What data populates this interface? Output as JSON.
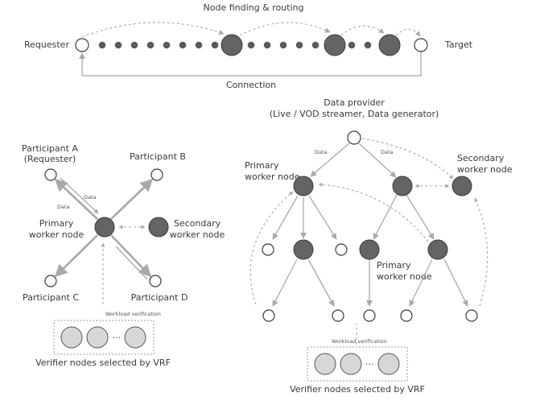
{
  "top": {
    "title": "Node finding & routing",
    "requester": "Requester",
    "target": "Target",
    "connection": "Connection"
  },
  "left": {
    "participant_a": "Participant A",
    "participant_a_sub": "(Requester)",
    "participant_b": "Participant B",
    "participant_c": "Participant C",
    "participant_d": "Participant D",
    "primary_line1": "Primary",
    "primary_line2": "worker node",
    "secondary_line1": "Secondary",
    "secondary_line2": "worker node",
    "data_a": "Data",
    "data_b": "Data",
    "workload": "Workload verification",
    "ellipsis": "···",
    "verifier": "Verifier nodes selected by VRF"
  },
  "right": {
    "provider_line1": "Data provider",
    "provider_line2": "(Live / VOD streamer, Data generator)",
    "data_l": "Data",
    "data_r": "Data",
    "primary_top_line1": "Primary",
    "primary_top_line2": "worker node",
    "secondary_line1": "Secondary",
    "secondary_line2": "worker node",
    "primary_mid_line1": "Primary",
    "primary_mid_line2": "worker node",
    "workload": "Workload verification",
    "ellipsis": "···",
    "verifier": "Verifier nodes selected by VRF"
  },
  "colors": {
    "node_dark": "#646464",
    "node_light": "#d7d7d7",
    "line": "#a9a9a9"
  }
}
